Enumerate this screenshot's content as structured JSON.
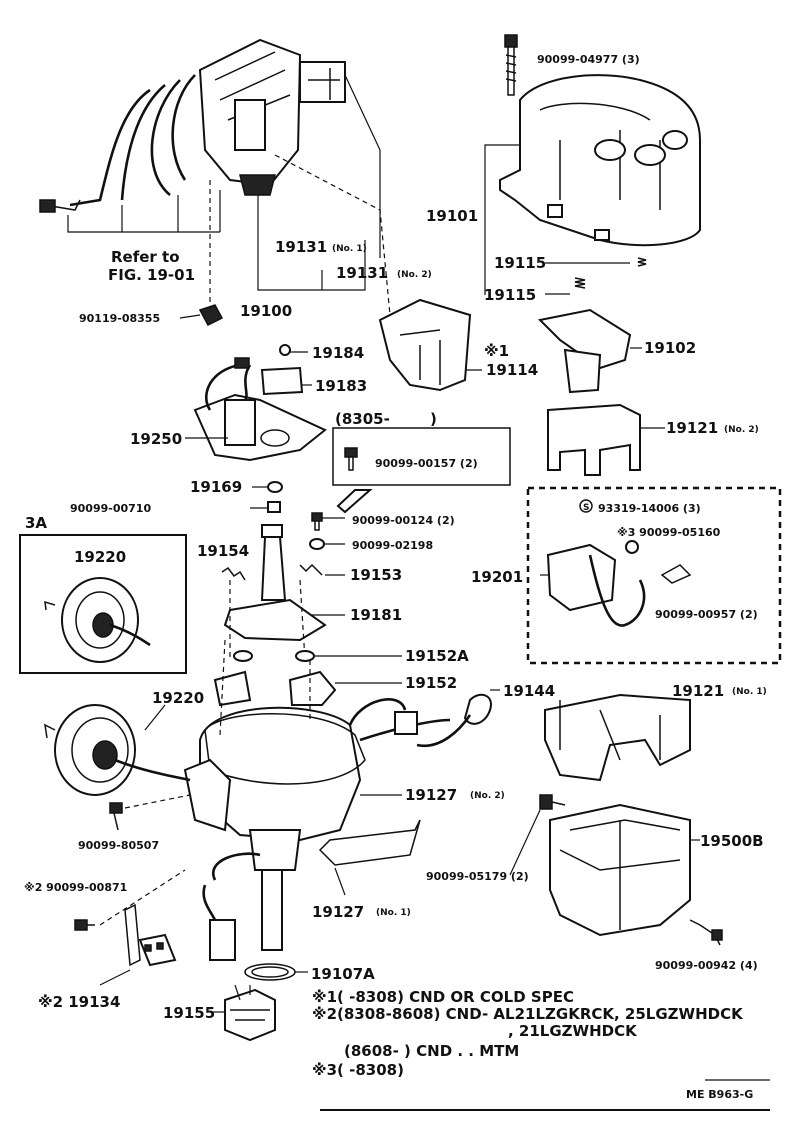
{
  "parts": {
    "p90099_04977": "90099-04977 (3)",
    "p19101": "19101",
    "p19115a": "19115",
    "p19115b": "19115",
    "p19102": "19102",
    "p19121n2": "19121",
    "p19121n2_note": "(No. 2)",
    "p19131n1": "19131",
    "p19131n1_note": "(No. 1)",
    "p19131n2": "19131",
    "p19131n2_note": "(No. 2)",
    "refer_to": "Refer to",
    "fig_ref": "FIG. 19-01",
    "p19100": "19100",
    "p90119_08355": "90119-08355",
    "p19184": "19184",
    "p19183": "19183",
    "p19114_mark": "※1",
    "p19114": "19114",
    "p19250": "19250",
    "bracket_8305": "(8305-",
    "bracket_close": ")",
    "p90099_00157": "90099-00157 (2)",
    "p19169": "19169",
    "p90099_00710": "90099-00710",
    "p90099_00124": "90099-00124 (2)",
    "p90099_02198": "90099-02198",
    "label_3a": "3A",
    "p19220_inset": "19220",
    "p19154": "19154",
    "p19153": "19153",
    "p19181": "19181",
    "p19152a": "19152A",
    "p19152": "19152",
    "p19144": "19144",
    "p19220": "19220",
    "p19121n1": "19121",
    "p19121n1_note": "(No. 1)",
    "p93319_14006": "93319-14006 (3)",
    "p90099_05160": "※3 90099-05160",
    "p19201": "19201",
    "p90099_00957": "90099-00957 (2)",
    "p19127n2": "19127",
    "p19127n2_note": "(No. 2)",
    "p90099_80507": "90099-80507",
    "p19500b": "19500B",
    "p90099_05179": "90099-05179 (2)",
    "p90099_00871": "※2 90099-00871",
    "p19127n1": "19127",
    "p19127n1_note": "(No. 1)",
    "p90099_00942": "90099-00942 (4)",
    "p19107a": "19107A",
    "p19134": "※2 19134",
    "p19155": "19155"
  },
  "notes": {
    "n1": "※1(        -8308) CND  OR  COLD  SPEC",
    "n2": "※2(8308-8608) CND- AL21LZGKRCK, 25LGZWHDCK",
    "n2b": ", 21LGZWHDCK",
    "n3": "(8608-        ) CND . . MTM",
    "n4": "※3(        -8308)"
  },
  "footer": {
    "code": "ME  B963-G"
  }
}
